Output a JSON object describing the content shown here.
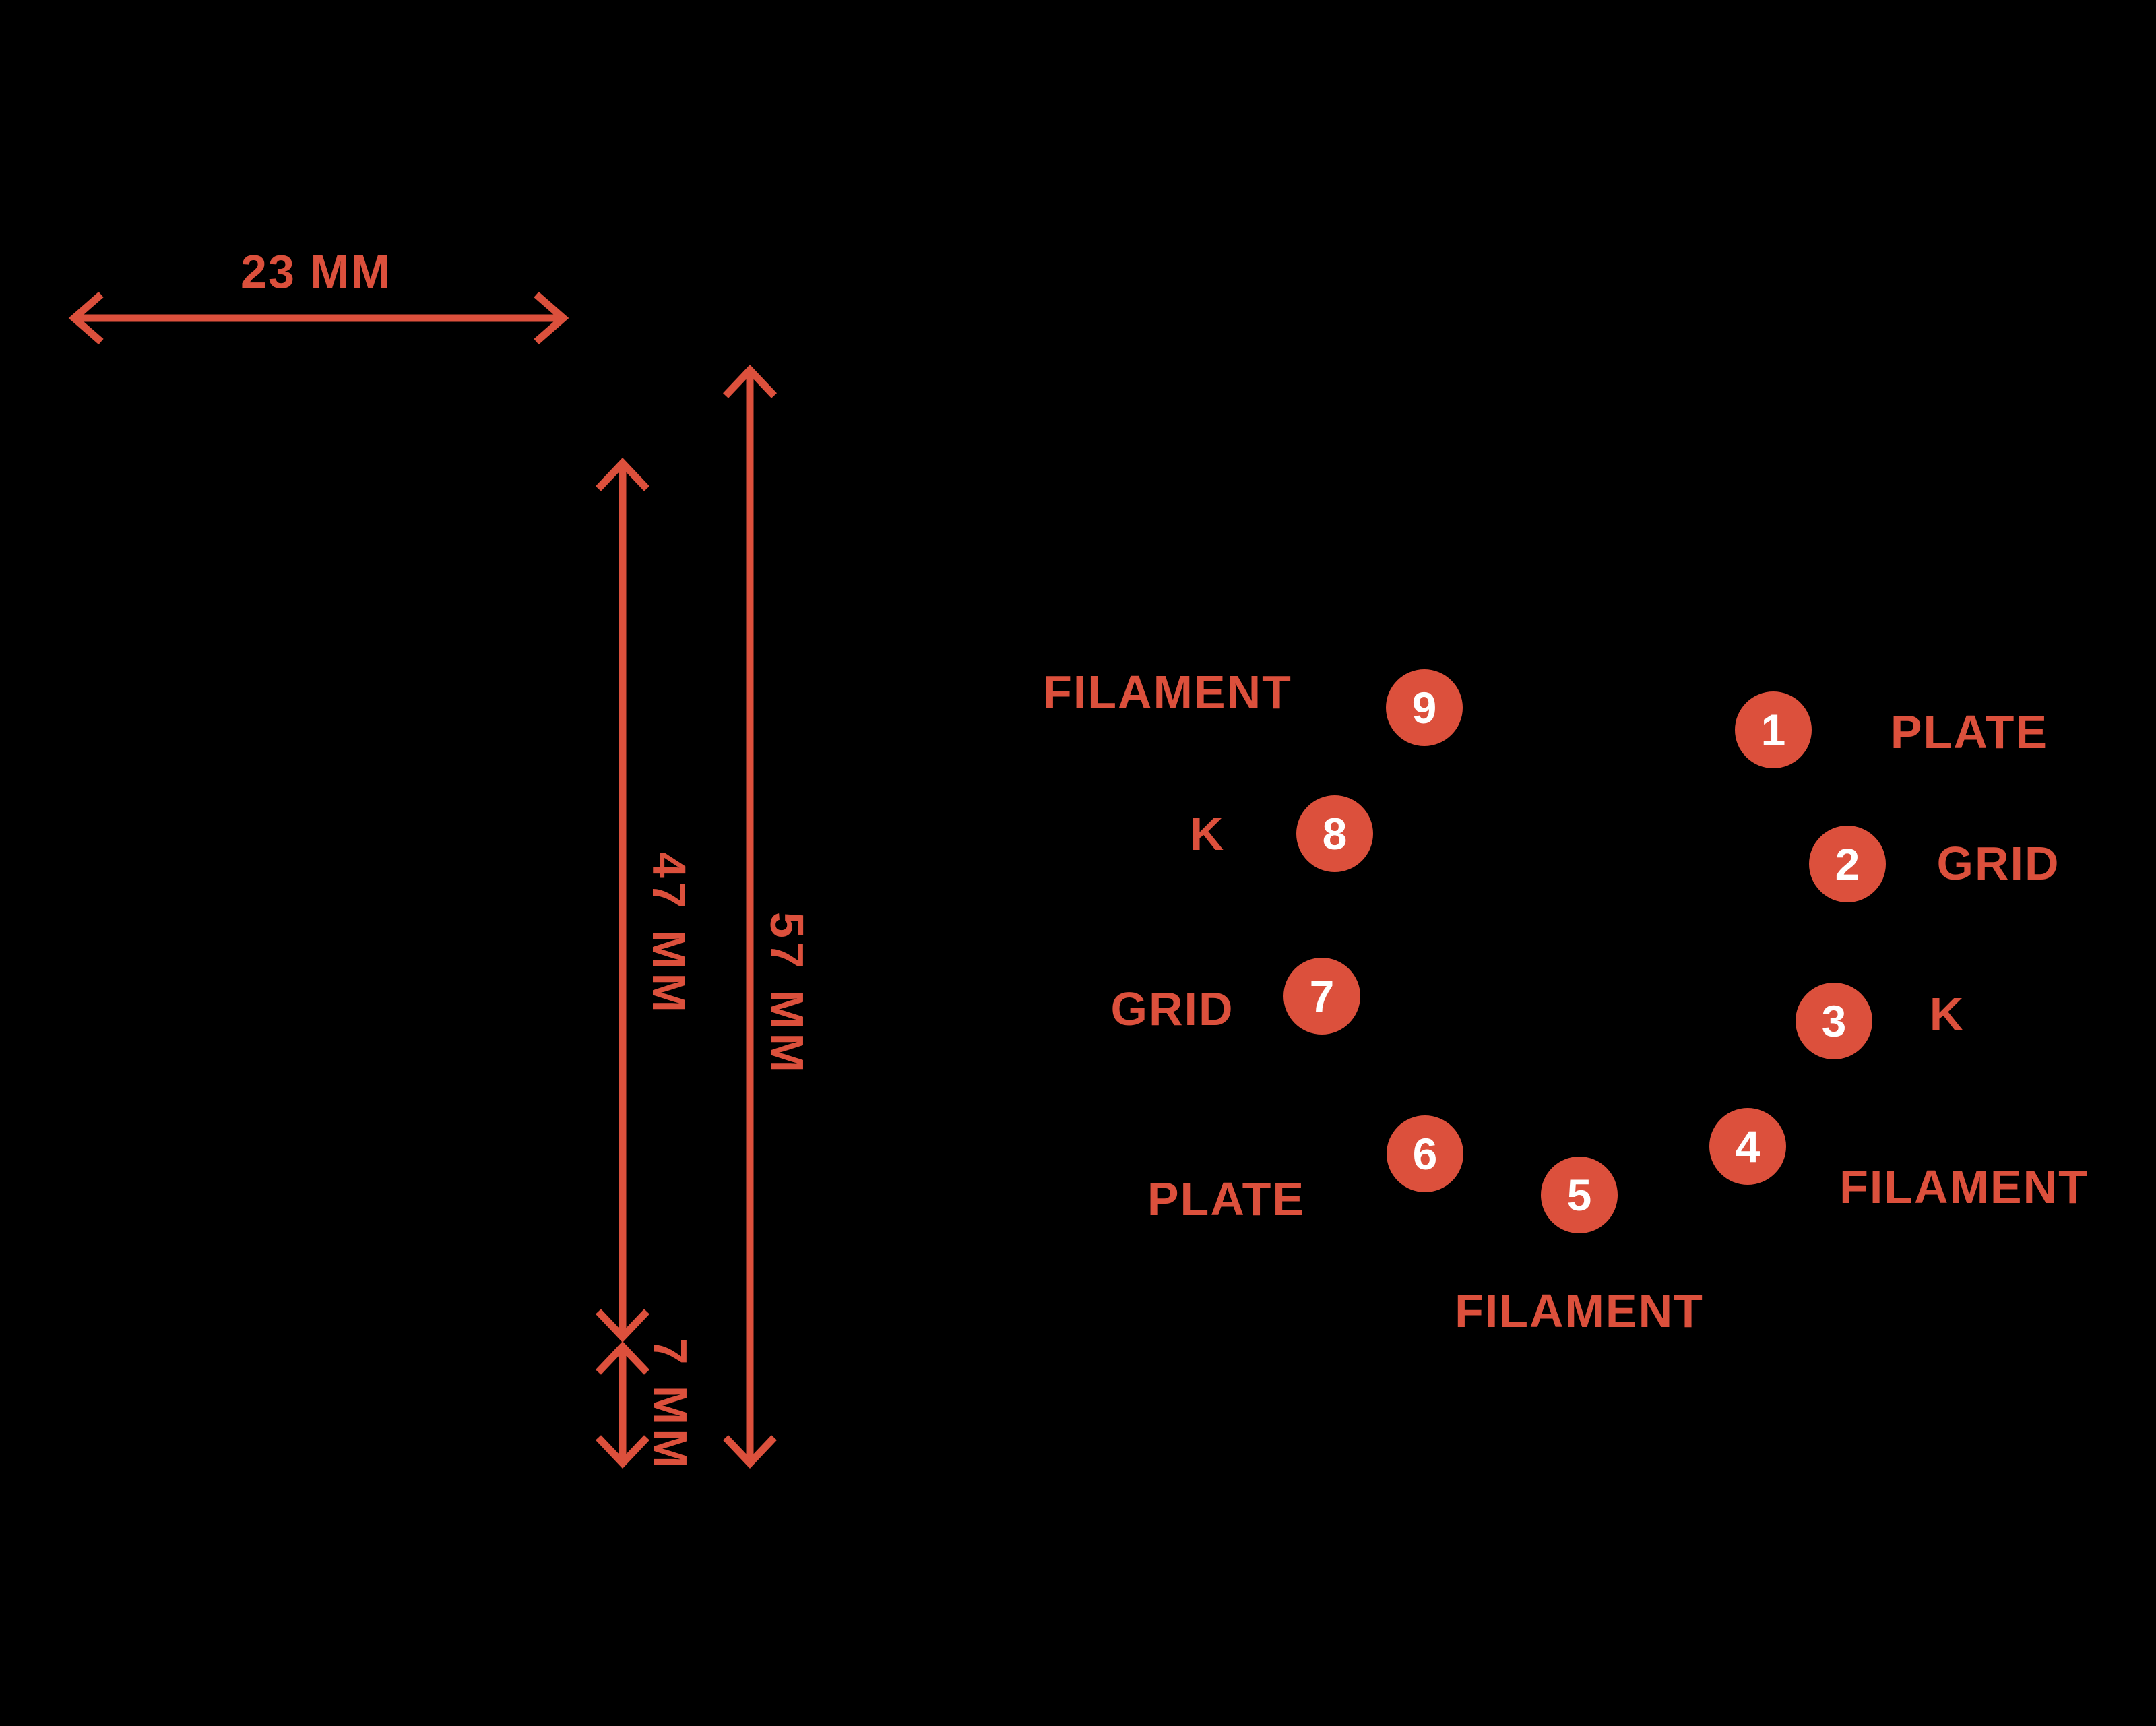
{
  "colors": {
    "background": "#000000",
    "accent": "#DC503C",
    "pin_number_text": "#FFFFFF"
  },
  "dimensions": {
    "width_label": "23 MM",
    "body_height_label": "47 MM",
    "total_height_label": "57 MM",
    "base_height_label": "7 MM"
  },
  "pinout": {
    "pins": [
      {
        "number": "1",
        "label": "PLATE"
      },
      {
        "number": "2",
        "label": "GRID"
      },
      {
        "number": "3",
        "label": "K"
      },
      {
        "number": "4",
        "label": "FILAMENT"
      },
      {
        "number": "5",
        "label": "FILAMENT"
      },
      {
        "number": "6",
        "label": "PLATE"
      },
      {
        "number": "7",
        "label": "GRID"
      },
      {
        "number": "8",
        "label": "K"
      },
      {
        "number": "9",
        "label": "FILAMENT"
      }
    ]
  }
}
